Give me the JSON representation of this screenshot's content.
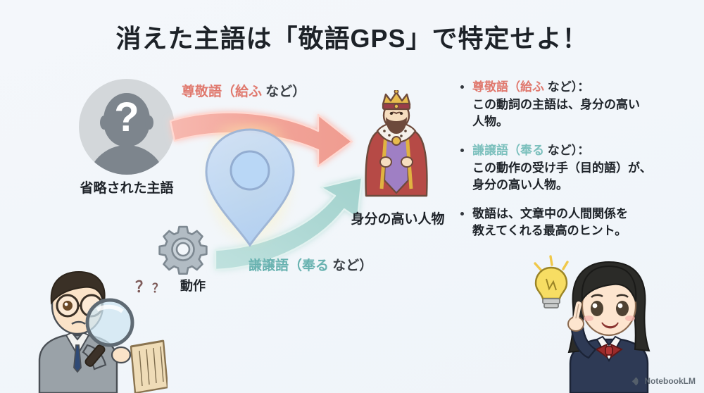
{
  "slide": {
    "title": "消えた主語は「敬語GPS」で特定せよ！",
    "background_color": "#f2f6fa"
  },
  "diagram": {
    "avatar": {
      "icon": "unknown-person-avatar-icon",
      "question_mark": "?",
      "label": "省略された主語"
    },
    "center_icon": {
      "icon": "map-pin-gps-icon",
      "color": "#bcd6f2",
      "glow_color": "#ffe98c"
    },
    "gear": {
      "icon": "gear-icon",
      "label": "動作",
      "color": "#9aa5ae"
    },
    "arrow_top": {
      "icon": "curved-arrow-right-icon",
      "color": "#f0a49a",
      "label_main": "尊敬語（給ふ",
      "label_tail": " など）"
    },
    "arrow_bottom": {
      "icon": "curved-arrow-up-right-icon",
      "color": "#a8d6d2",
      "label_main": "謙譲語（奉る",
      "label_tail": " など）"
    },
    "king": {
      "icon": "king-character-icon",
      "label": "身分の高い人物"
    }
  },
  "bullets": [
    {
      "keyword": "尊敬語（給ふ",
      "keyword_color": "#e0796e",
      "keyword_tail": " など）：",
      "lines": [
        "この動詞の主語は、身分の高い",
        "人物。"
      ]
    },
    {
      "keyword": "謙譲語（奉る",
      "keyword_color": "#7cc0bd",
      "keyword_tail": " など）：",
      "lines": [
        "この動作の受け手（目的語）が、",
        "身分の高い人物。"
      ]
    },
    {
      "keyword": "",
      "keyword_color": "#1d2228",
      "keyword_tail": "",
      "lines": [
        "敬語は、文章中の人間関係を",
        "教えてくれる最高のヒント。"
      ]
    }
  ],
  "characters": {
    "boy": {
      "icon": "boy-with-magnifying-glass-icon",
      "scroll_icon": "ancient-scroll-icon",
      "question_marks": "？？"
    },
    "girl": {
      "icon": "schoolgirl-idea-icon",
      "bulb_icon": "lightbulb-icon"
    }
  },
  "watermark": {
    "icon": "notebooklm-logo-icon",
    "label": "NotebookLM"
  }
}
